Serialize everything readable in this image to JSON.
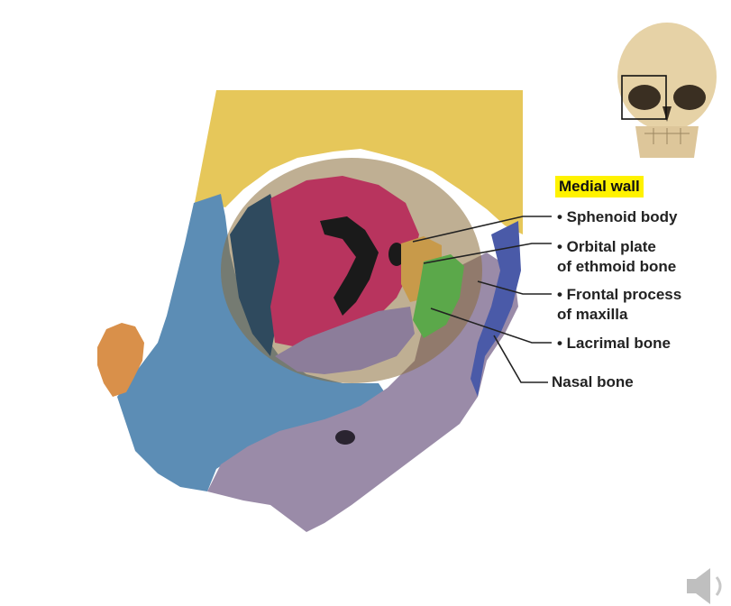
{
  "heading": {
    "text": "Medial wall",
    "highlight": "#fff200"
  },
  "labels": [
    {
      "id": "sphenoid",
      "line1": "• Sphenoid body",
      "line2": ""
    },
    {
      "id": "ethmoid",
      "line1": "• Orbital plate",
      "line2": "of ethmoid bone"
    },
    {
      "id": "maxilla",
      "line1": "• Frontal process",
      "line2": "of maxilla"
    },
    {
      "id": "lacrimal",
      "line1": "• Lacrimal bone",
      "line2": ""
    },
    {
      "id": "nasal",
      "line1": "Nasal bone",
      "line2": ""
    }
  ],
  "colors": {
    "frontal": "#e6c75a",
    "zygomatic": "#5c8db5",
    "maxilla": "#9a8ba8",
    "sphenoid": "#b8345e",
    "ethmoid": "#c89a4a",
    "lacrimal": "#5ba84a",
    "nasal": "#4a5aa8",
    "zygomatic_tip": "#d9904a"
  },
  "icons": {
    "thumbnail": "skull-icon",
    "audio": "speaker-icon"
  }
}
